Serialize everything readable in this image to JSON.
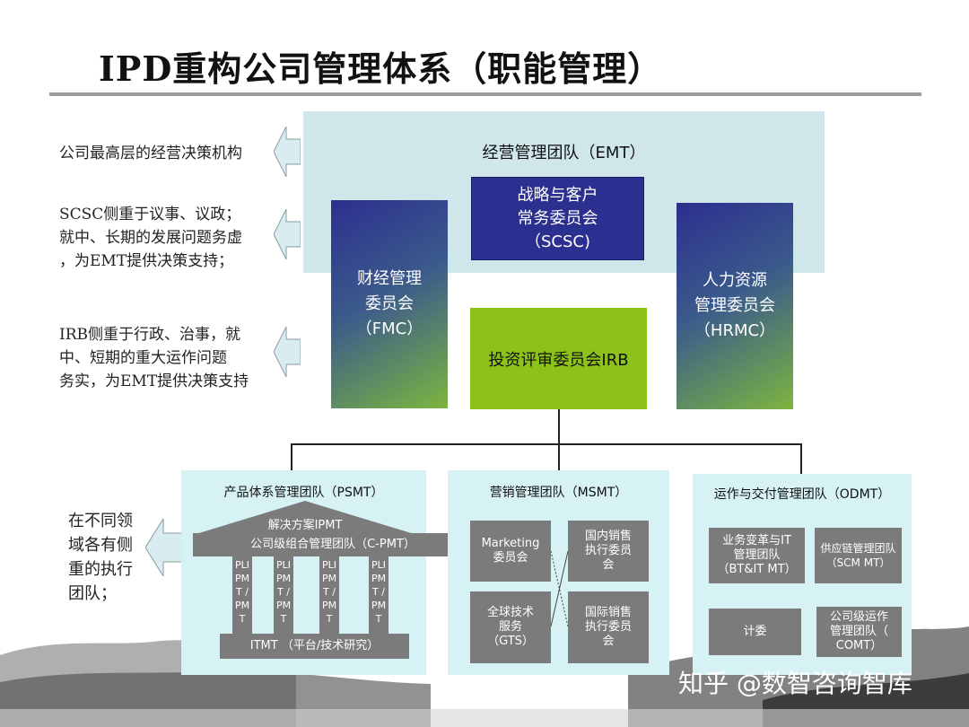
{
  "title": "IPD重构公司管理体系（职能管理）",
  "notes": {
    "top": "公司最高层的经营决策机构",
    "scsc": "SCSC侧重于议事、议政；\n就中、长期的发展问题务虚\n，为EMT提供决策支持；",
    "irb": "IRB侧重于行政、治事，就\n中、短期的重大运作问题\n务实，为EMT提供决策支持",
    "teams": "在不同领\n域各有侧\n重的执行\n团队；"
  },
  "emt": {
    "label": "经营管理团队（EMT）"
  },
  "scsc": {
    "label": "战略与客户\n常务委员会\n（SCSC)"
  },
  "fmc": {
    "label": "财经管理\n委员会\n（FMC）"
  },
  "hrmc": {
    "label": "人力资源\n管理委员会\n（HRMC）"
  },
  "irb": {
    "label": "投资评审委员会IRB"
  },
  "psmt": {
    "title": "产品体系管理团队（PSMT）",
    "ipmt": "解决方案IPMT",
    "cpmt": "公司级组合管理团队（C-PMT）",
    "pillars": [
      "PLI\nPM\nT /\nPM\nT",
      "PLI\nPM\nT /\nPM\nT",
      "PLI\nPM\nT /\nPM\nT",
      "PLI\nPM\nT /\nPM\nT"
    ],
    "itmt": "ITMT （平台/技术研究）"
  },
  "msmt": {
    "title": "营销管理团队（MSMT）",
    "marketing": "Marketing\n委员会",
    "domestic": "国内销售\n执行委员\n会",
    "gts": "全球技术\n服务\n（GTS）",
    "intl": "国际销售\n执行委员\n会"
  },
  "odmt": {
    "title": "运作与交付管理团队（ODMT）",
    "btit": "业务变革与IT\n管理团队\n（BT&IT MT）",
    "scm": "供应链管理团队\n（SCM MT）",
    "jiwei": "计委",
    "comt": "公司级运作\n管理团队（\nCOMT）"
  },
  "watermark": "知乎 @数智咨询智库",
  "colors": {
    "emt_bg": "#cfe7ea",
    "scsc_bg": "#2b2f8f",
    "irb_bg": "#8cc21a",
    "panel_bg": "#d7f2f5",
    "gray_box": "#7b7b7b",
    "arrow_fill": "#d9ecef"
  }
}
